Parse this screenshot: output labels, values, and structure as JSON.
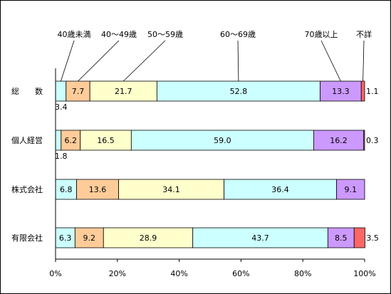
{
  "chart_data": {
    "type": "bar",
    "orientation": "horizontal",
    "stacked": "percent",
    "title": "",
    "categories": [
      "総　　数",
      "個人経営",
      "株式会社",
      "有限会社"
    ],
    "legend_callouts": [
      "40歳未満",
      "40～49歳",
      "50～59歳",
      "60～69歳",
      "70歳以上",
      "不詳"
    ],
    "series": [
      {
        "name": "40歳未満",
        "color": "#ccffff",
        "values": [
          3.4,
          1.8,
          6.8,
          6.3
        ],
        "labels": [
          "3.4",
          "1.8",
          "6.8",
          "6.3"
        ]
      },
      {
        "name": "40～49歳",
        "color": "#ffcc99",
        "values": [
          7.7,
          6.2,
          13.6,
          9.2
        ],
        "labels": [
          "7.7",
          "6.2",
          "13.6",
          "9.2"
        ]
      },
      {
        "name": "50～59歳",
        "color": "#ffffcc",
        "values": [
          21.7,
          16.5,
          34.1,
          28.9
        ],
        "labels": [
          "21.7",
          "16.5",
          "34.1",
          "28.9"
        ]
      },
      {
        "name": "60～69歳",
        "color": "#ccffff",
        "values": [
          52.8,
          59.0,
          36.4,
          43.7
        ],
        "labels": [
          "52.8",
          "59.0",
          "36.4",
          "43.7"
        ]
      },
      {
        "name": "70歳以上",
        "color": "#cc99ff",
        "values": [
          13.3,
          16.2,
          9.1,
          8.5
        ],
        "labels": [
          "13.3",
          "16.2",
          "9.1",
          "8.5"
        ]
      },
      {
        "name": "不詳",
        "color": "#ff6666",
        "values": [
          1.1,
          0.3,
          0,
          3.5
        ],
        "labels": [
          "1.1",
          "0.3",
          "",
          "3.5"
        ]
      }
    ],
    "xlim": [
      0,
      100
    ],
    "x_ticks": [
      "0%",
      "20%",
      "40%",
      "60%",
      "80%",
      "100%"
    ],
    "grid": false,
    "legend": "callouts-top"
  }
}
